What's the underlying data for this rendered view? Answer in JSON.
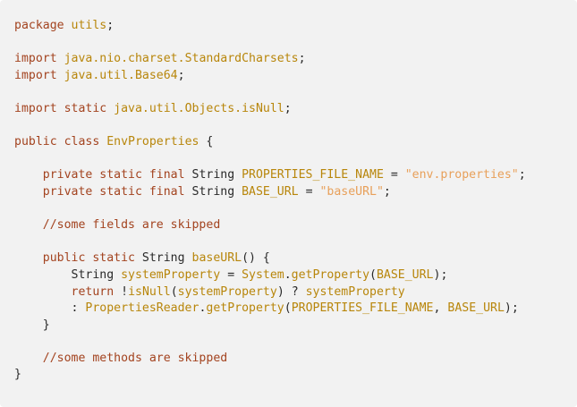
{
  "code": {
    "lines": [
      {
        "tokens": [
          {
            "t": "package",
            "c": "kw"
          },
          {
            "t": " "
          },
          {
            "t": "utils",
            "c": "typ"
          },
          {
            "t": ";"
          }
        ]
      },
      {
        "tokens": []
      },
      {
        "tokens": [
          {
            "t": "import",
            "c": "kw"
          },
          {
            "t": " "
          },
          {
            "t": "java.nio.charset.StandardCharsets",
            "c": "typ"
          },
          {
            "t": ";"
          }
        ]
      },
      {
        "tokens": [
          {
            "t": "import",
            "c": "kw"
          },
          {
            "t": " "
          },
          {
            "t": "java.util.Base64",
            "c": "typ"
          },
          {
            "t": ";"
          }
        ]
      },
      {
        "tokens": []
      },
      {
        "tokens": [
          {
            "t": "import static",
            "c": "kw"
          },
          {
            "t": " "
          },
          {
            "t": "java.util.Objects.isNull",
            "c": "typ"
          },
          {
            "t": ";"
          }
        ]
      },
      {
        "tokens": []
      },
      {
        "tokens": [
          {
            "t": "public class",
            "c": "kw"
          },
          {
            "t": " "
          },
          {
            "t": "EnvProperties",
            "c": "typ"
          },
          {
            "t": " {"
          }
        ]
      },
      {
        "tokens": []
      },
      {
        "tokens": [
          {
            "t": "    "
          },
          {
            "t": "private static final",
            "c": "kw"
          },
          {
            "t": " String "
          },
          {
            "t": "PROPERTIES_FILE_NAME",
            "c": "typ"
          },
          {
            "t": " = "
          },
          {
            "t": "\"env.properties\"",
            "c": "str"
          },
          {
            "t": ";"
          }
        ]
      },
      {
        "tokens": [
          {
            "t": "    "
          },
          {
            "t": "private static final",
            "c": "kw"
          },
          {
            "t": " String "
          },
          {
            "t": "BASE_URL",
            "c": "typ"
          },
          {
            "t": " = "
          },
          {
            "t": "\"baseURL\"",
            "c": "str"
          },
          {
            "t": ";"
          }
        ]
      },
      {
        "tokens": []
      },
      {
        "tokens": [
          {
            "t": "    "
          },
          {
            "t": "//some fields are skipped",
            "c": "cm"
          }
        ]
      },
      {
        "tokens": []
      },
      {
        "tokens": [
          {
            "t": "    "
          },
          {
            "t": "public static",
            "c": "kw"
          },
          {
            "t": " String "
          },
          {
            "t": "baseURL",
            "c": "typ"
          },
          {
            "t": "() {"
          }
        ]
      },
      {
        "tokens": [
          {
            "t": "        String "
          },
          {
            "t": "systemProperty",
            "c": "typ"
          },
          {
            "t": " = "
          },
          {
            "t": "System",
            "c": "typ"
          },
          {
            "t": "."
          },
          {
            "t": "getProperty",
            "c": "typ"
          },
          {
            "t": "("
          },
          {
            "t": "BASE_URL",
            "c": "typ"
          },
          {
            "t": ");"
          }
        ]
      },
      {
        "tokens": [
          {
            "t": "        "
          },
          {
            "t": "return",
            "c": "kw"
          },
          {
            "t": " !"
          },
          {
            "t": "isNull",
            "c": "typ"
          },
          {
            "t": "("
          },
          {
            "t": "systemProperty",
            "c": "typ"
          },
          {
            "t": ") ? "
          },
          {
            "t": "systemProperty",
            "c": "typ"
          }
        ]
      },
      {
        "tokens": [
          {
            "t": "        : "
          },
          {
            "t": "PropertiesReader",
            "c": "typ"
          },
          {
            "t": "."
          },
          {
            "t": "getProperty",
            "c": "typ"
          },
          {
            "t": "("
          },
          {
            "t": "PROPERTIES_FILE_NAME",
            "c": "typ"
          },
          {
            "t": ", "
          },
          {
            "t": "BASE_URL",
            "c": "typ"
          },
          {
            "t": ");"
          }
        ]
      },
      {
        "tokens": [
          {
            "t": "    }"
          }
        ]
      },
      {
        "tokens": []
      },
      {
        "tokens": [
          {
            "t": "    "
          },
          {
            "t": "//some methods are skipped",
            "c": "cm"
          }
        ]
      },
      {
        "tokens": [
          {
            "t": "}"
          }
        ]
      }
    ]
  },
  "colors": {
    "background": "#f2f2f2",
    "keyword": "#a3431f",
    "identifier": "#b8860b",
    "string": "#e8a05a",
    "comment": "#a3431f",
    "plain": "#292929"
  }
}
